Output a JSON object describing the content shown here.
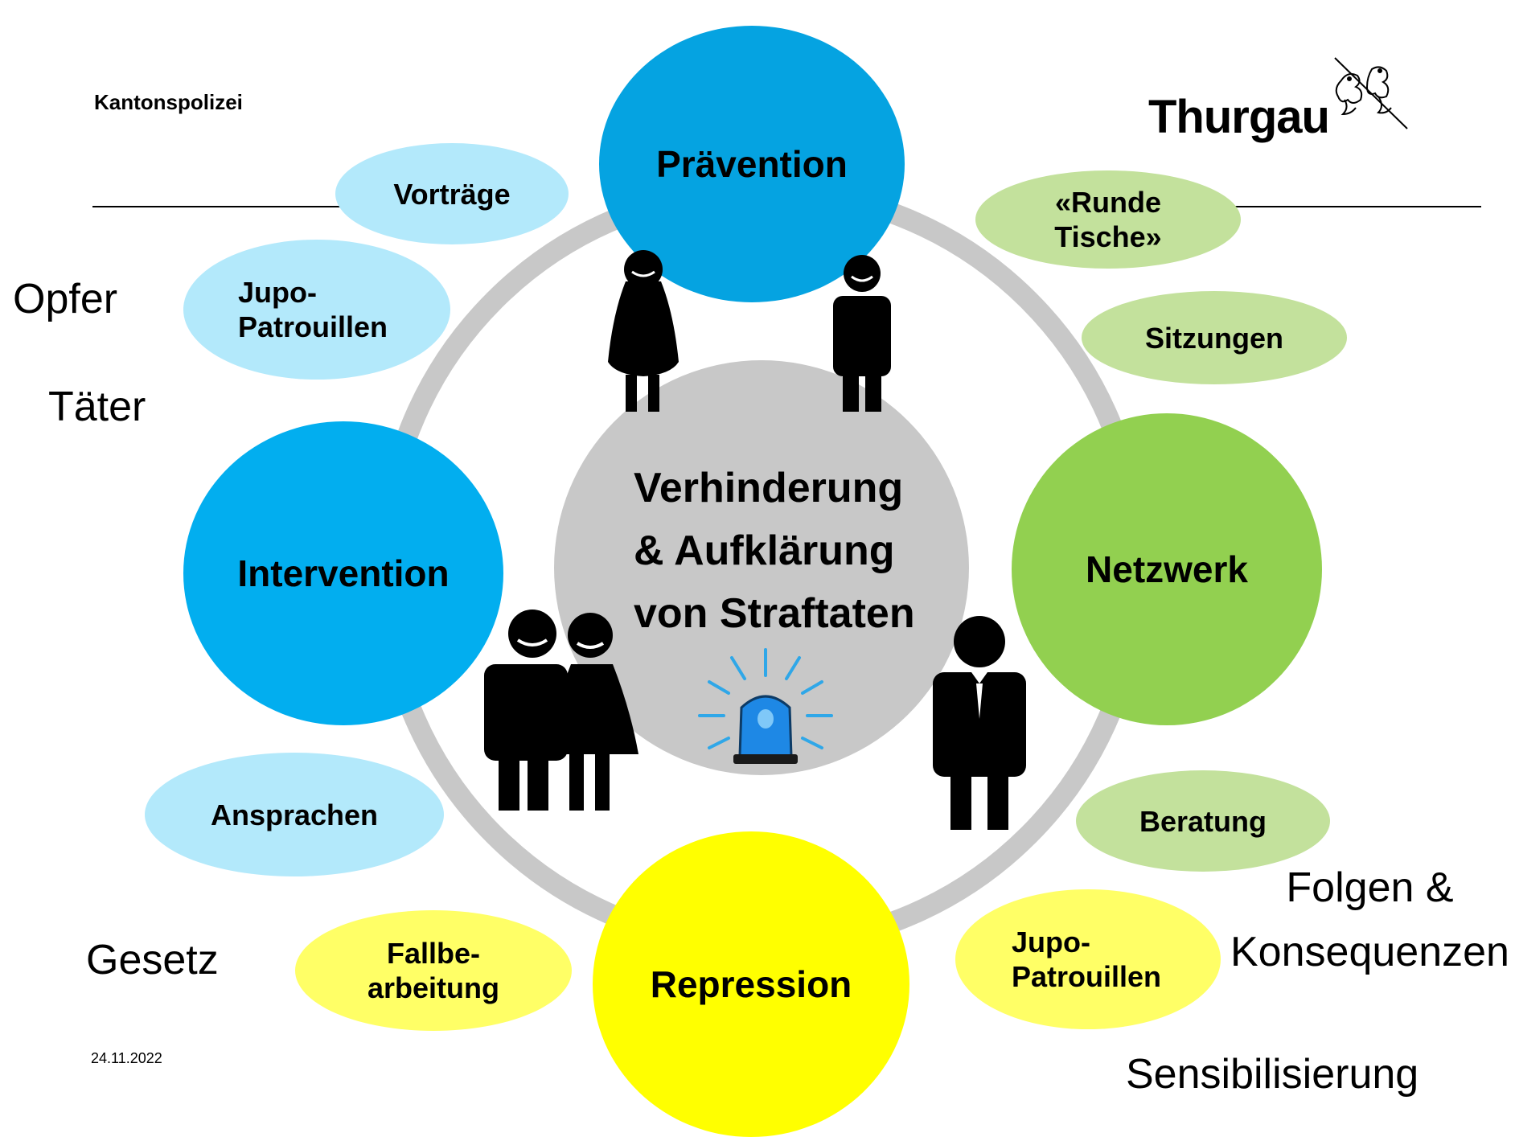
{
  "header": {
    "org_label": "Kantonspolizei",
    "logo_text": "Thurgau"
  },
  "center": {
    "title": "Verhinderung\n& Aufklärung\nvon Straftaten",
    "icon": "police-siren-icon"
  },
  "hubs": {
    "praevention": "Prävention",
    "intervention": "Intervention",
    "netzwerk": "Netzwerk",
    "repression": "Repression"
  },
  "satellites": {
    "vortraege": "Vorträge",
    "jupo_left": "Jupo-\nPatrouillen",
    "runde_tische": "«Runde\nTische»",
    "sitzungen": "Sitzungen",
    "ansprachen": "Ansprachen",
    "beratung": "Beratung",
    "fallbearbeitung": "Fallbe-\narbeitung",
    "jupo_right": "Jupo-\nPatrouillen"
  },
  "side_labels": {
    "opfer": "Opfer",
    "taeter": "Täter",
    "gesetz": "Gesetz",
    "folgen": "Folgen &\nKonsequenzen",
    "sensibilisierung": "Sensibilisierung"
  },
  "footer": {
    "date": "24.11.2022"
  },
  "colors": {
    "praevention": "#05A3E1",
    "intervention": "#02AEEF",
    "netzwerk": "#92D050",
    "repression": "#FFFF00",
    "light_blue": "#B3E9FB",
    "light_green": "#C3E19C",
    "center_gray": "#C8C8C8",
    "ring_gray": "#C8C8C8",
    "siren_blue": "#1E88E5"
  },
  "icons": [
    "woman-figure-icon",
    "man-figure-icon",
    "couple-figure-icon",
    "businessman-figure-icon",
    "police-siren-icon",
    "thurgau-coat-of-arms-icon"
  ]
}
